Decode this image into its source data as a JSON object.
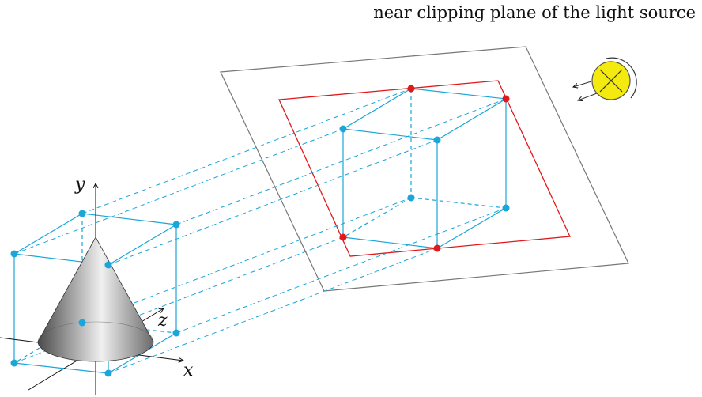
{
  "title": "near clipping plane of the light source",
  "axes": {
    "x": "x",
    "y": "y",
    "z": "z"
  },
  "colors": {
    "bounding_box": "#1aa6d9",
    "projection_lines": "#1aa6d9",
    "frustum_outline": "#e0191b",
    "clipping_plane": "#777777",
    "corner_dots_frustum": "#e0191b",
    "corner_dots_box": "#1aa6d9",
    "light_fill": "#f4ea10",
    "light_stroke": "#555555",
    "cone_shading_light": "#f5f5f5",
    "cone_shading_dark": "#5a5a5a"
  },
  "icons": {
    "light_source": "light-bulb-cross-icon"
  }
}
